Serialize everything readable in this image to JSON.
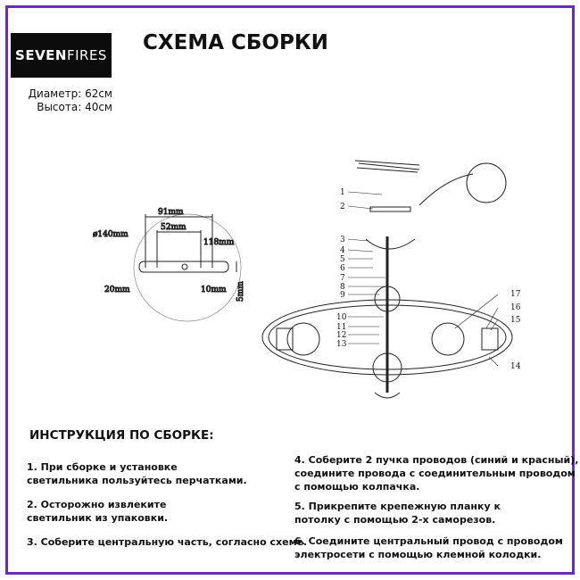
{
  "brand": {
    "bold": "SEVEN",
    "light": "FIRES"
  },
  "title": "СХЕМА СБОРКИ",
  "specs": {
    "diameter": "Диаметр: 62см",
    "height": "Высота: 40см"
  },
  "diagram": {
    "dims": [
      "ø140mm",
      "91mm",
      "52mm",
      "118mm",
      "20mm",
      "10mm",
      "5mm"
    ],
    "parts": [
      "1",
      "2",
      "3",
      "4",
      "5",
      "6",
      "7",
      "8",
      "9",
      "10",
      "11",
      "12",
      "13",
      "14",
      "15",
      "16",
      "17"
    ]
  },
  "instructions": {
    "heading": "ИНСТРУКЦИЯ ПО СБОРКЕ:",
    "steps": [
      "1. При сборке и установке\nсветильника пользуйтесь перчатками.",
      "2. Осторожно извлеките\nсветильник из упаковки.",
      "3. Соберите центральную часть, согласно схеме.",
      "4. Соберите 2 пучка проводов (синий и красный),\nсоедините провода с соединительным проводом\nс помощью колпачка.",
      "5. Прикрепите крепежную планку к\nпотолку с помощью 2-х саморезов.",
      "6. Соедините центральный провод с проводом\nэлектросети с помощью клемной колодки."
    ]
  }
}
